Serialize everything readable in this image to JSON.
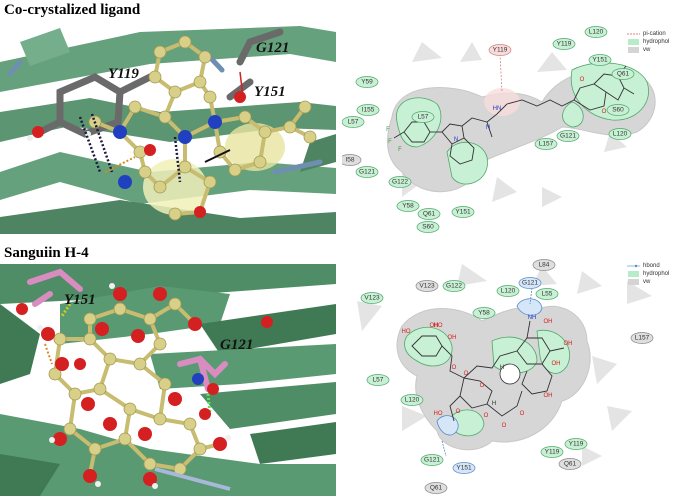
{
  "panels": [
    {
      "title": "Co-crystalized ligand",
      "labels_3d": [
        "Y119",
        "G121",
        "Y151"
      ],
      "legend": [
        {
          "label": "pi-cation",
          "color": "#e08080"
        },
        {
          "label": "hydrophol",
          "color": "#b8ecc8"
        },
        {
          "label": "vw",
          "color": "#d4d4d4"
        }
      ],
      "residues": [
        {
          "name": "L120",
          "type": "hydrophobic"
        },
        {
          "name": "Y119",
          "type": "hydrophobic"
        },
        {
          "name": "Y151",
          "type": "hydrophobic"
        },
        {
          "name": "Q61",
          "type": "hydrophobic"
        },
        {
          "name": "S60",
          "type": "hydrophobic"
        },
        {
          "name": "L120",
          "type": "hydrophobic"
        },
        {
          "name": "G121",
          "type": "hydrophobic"
        },
        {
          "name": "L157",
          "type": "hydrophobic"
        },
        {
          "name": "Y59",
          "type": "hydrophobic"
        },
        {
          "name": "I155",
          "type": "hydrophobic"
        },
        {
          "name": "L57",
          "type": "hydrophobic"
        },
        {
          "name": "L57",
          "type": "hydrophobic"
        },
        {
          "name": "I58",
          "type": "vw"
        },
        {
          "name": "G121",
          "type": "hydrophobic"
        },
        {
          "name": "G122",
          "type": "hydrophobic"
        },
        {
          "name": "Y58",
          "type": "hydrophobic"
        },
        {
          "name": "Q61",
          "type": "hydrophobic"
        },
        {
          "name": "Y151",
          "type": "hydrophobic"
        },
        {
          "name": "S60",
          "type": "hydrophobic"
        },
        {
          "name": "Y119",
          "type": "pi-cation"
        }
      ],
      "atoms": [
        "HN",
        "N",
        "N",
        "F",
        "F",
        "F",
        "O",
        "O"
      ]
    },
    {
      "title": "Sanguiin H-4",
      "labels_3d": [
        "Y151",
        "G121"
      ],
      "legend": [
        {
          "label": "hbond",
          "color": "#88b8e8"
        },
        {
          "label": "hydrophol",
          "color": "#b8ecc8"
        },
        {
          "label": "vw",
          "color": "#d4d4d4"
        }
      ],
      "residues": [
        {
          "name": "L84",
          "type": "vw"
        },
        {
          "name": "V123",
          "type": "vw"
        },
        {
          "name": "G122",
          "type": "hydrophobic"
        },
        {
          "name": "G121",
          "type": "hbond"
        },
        {
          "name": "V123",
          "type": "hydrophobic"
        },
        {
          "name": "L120",
          "type": "hydrophobic"
        },
        {
          "name": "L55",
          "type": "hydrophobic"
        },
        {
          "name": "Y58",
          "type": "hydrophobic"
        },
        {
          "name": "L157",
          "type": "vw"
        },
        {
          "name": "L57",
          "type": "hydrophobic"
        },
        {
          "name": "L120",
          "type": "hydrophobic"
        },
        {
          "name": "Y119",
          "type": "hydrophobic"
        },
        {
          "name": "Y119",
          "type": "hydrophobic"
        },
        {
          "name": "G121",
          "type": "hydrophobic"
        },
        {
          "name": "Y151",
          "type": "hbond"
        },
        {
          "name": "Q61",
          "type": "vw"
        },
        {
          "name": "Q61",
          "type": "vw"
        }
      ],
      "atoms": [
        "NH",
        "O",
        "HO",
        "OH",
        "HO",
        "OH",
        "OH",
        "OH",
        "OH",
        "OH",
        "HO",
        "O",
        "O",
        "O",
        "O",
        "O",
        "H",
        "H",
        "O"
      ]
    }
  ],
  "colors": {
    "sheet_green": "#5a9a72",
    "sheet_dark": "#3f7a55",
    "ligand_carbon": "#d8d088",
    "oxygen": "#d42020",
    "nitrogen": "#2040c0",
    "residue_gray": "#6a6a6a",
    "residue_pink": "#d98cc0",
    "hydrophobic_fill": "#c8f0d4",
    "hydrophobic_stroke": "#4ea86a",
    "vw_fill": "#dedede",
    "vw_stroke": "#888888",
    "hbond_fill": "#d4e6f8",
    "hbond_stroke": "#5a8ac8",
    "picat_fill": "#f8dcdc",
    "picat_stroke": "#d08080"
  }
}
